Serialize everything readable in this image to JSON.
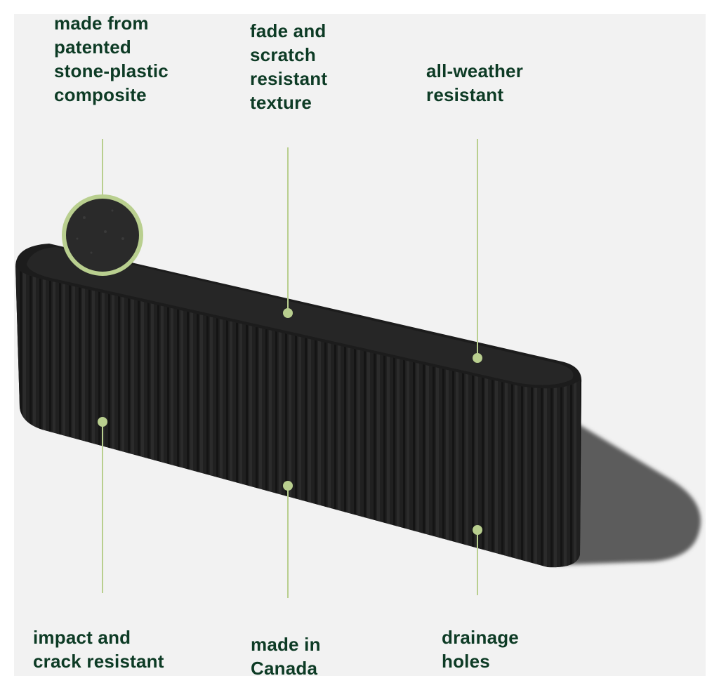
{
  "colors": {
    "text": "#0d3b25",
    "accent": "#b9cf8f",
    "planter": "#1f1f1f",
    "background": "#f2f2f2"
  },
  "callouts": [
    {
      "id": "material",
      "lines": [
        "made from",
        "patented",
        "stone-plastic",
        "composite"
      ]
    },
    {
      "id": "texture",
      "lines": [
        "fade and",
        "scratch",
        "resistant",
        "texture"
      ]
    },
    {
      "id": "weather",
      "lines": [
        "all-weather",
        "resistant"
      ]
    },
    {
      "id": "impact",
      "lines": [
        "impact and",
        "crack resistant"
      ]
    },
    {
      "id": "origin",
      "lines": [
        "made in",
        "Canada"
      ]
    },
    {
      "id": "drainage",
      "lines": [
        "drainage",
        "holes"
      ]
    }
  ]
}
